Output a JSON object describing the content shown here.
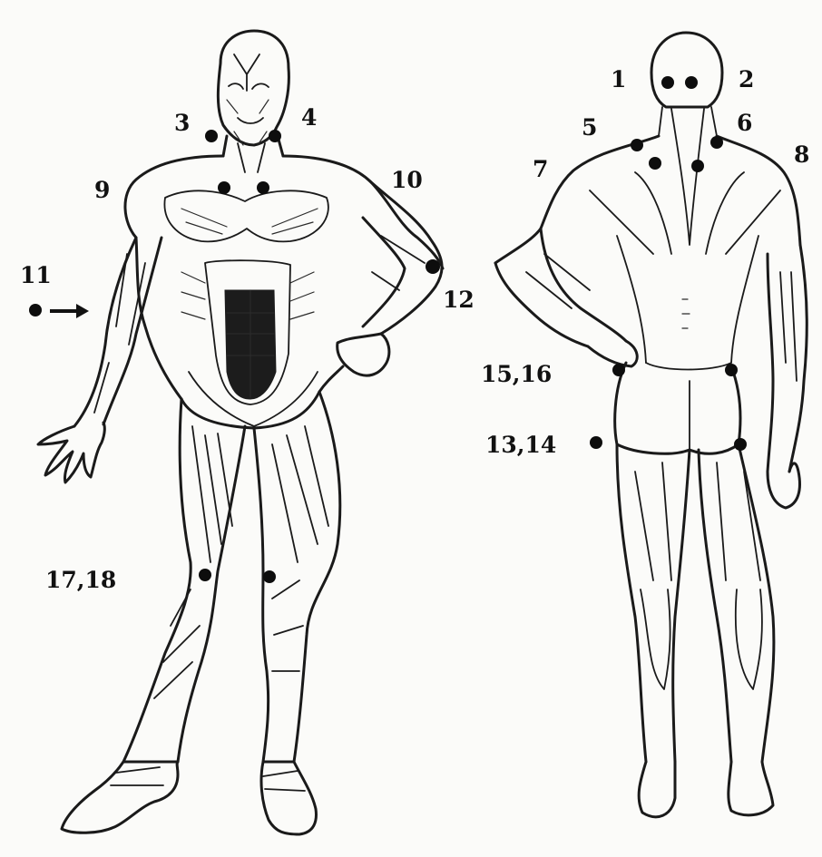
{
  "diagram": {
    "labels": {
      "l1": "1",
      "l2": "2",
      "l3": "3",
      "l4": "4",
      "l5": "5",
      "l6": "6",
      "l7": "7",
      "l8": "8",
      "l9": "9",
      "l10": "10",
      "l11": "11",
      "l12": "12",
      "l13_14": "13,14",
      "l15_16": "15,16",
      "l17_18": "17,18"
    },
    "icons": {
      "arrow": "right-arrow-icon",
      "marker": "filled-circle-icon"
    },
    "colors": {
      "ink": "#111111",
      "paper": "#fbfbf9"
    }
  }
}
